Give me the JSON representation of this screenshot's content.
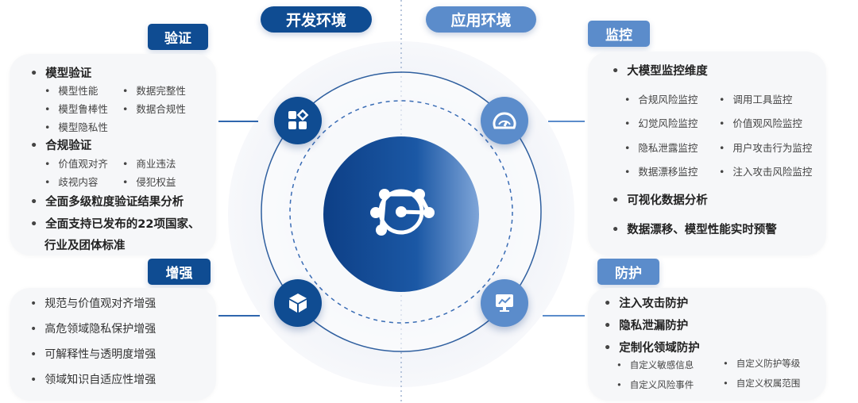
{
  "environments": {
    "dev": "开发环境",
    "app": "应用环境"
  },
  "verify": {
    "title": "验证",
    "model": "模型验证",
    "model_items": [
      "模型性能",
      "数据完整性",
      "模型鲁棒性",
      "数据合规性",
      "模型隐私性"
    ],
    "compliance": "合规验证",
    "compliance_items": [
      "价值观对齐",
      "商业违法",
      "歧视内容",
      "侵犯权益"
    ],
    "analysis": "全面多级粒度验证结果分析",
    "standards_1": "全面支持已发布的22项国家、",
    "standards_2": "行业及团体标准"
  },
  "enhance": {
    "title": "增强",
    "items": [
      "规范与价值观对齐增强",
      "高危领域隐私保护增强",
      "可解释性与透明度增强",
      "领域知识自适应性增强"
    ]
  },
  "monitor": {
    "title": "监控",
    "dims": "大模型监控维度",
    "items": [
      "合规风险监控",
      "调用工具监控",
      "幻觉风险监控",
      "价值观风险监控",
      "隐私泄露监控",
      "用户攻击行为监控",
      "数据漂移监控",
      "注入攻击风险监控"
    ],
    "visual": "可视化数据分析",
    "alert": "数据漂移、模型性能实时预警"
  },
  "protect": {
    "title": "防护",
    "items": [
      "注入攻击防护",
      "隐私泄漏防护",
      "定制化领域防护"
    ],
    "custom": [
      "自定义敏感信息",
      "自定义防护等级",
      "自定义风险事件",
      "自定义权属范围"
    ]
  },
  "colors": {
    "dark": "#0f4c92",
    "light": "#5b8ccb"
  }
}
